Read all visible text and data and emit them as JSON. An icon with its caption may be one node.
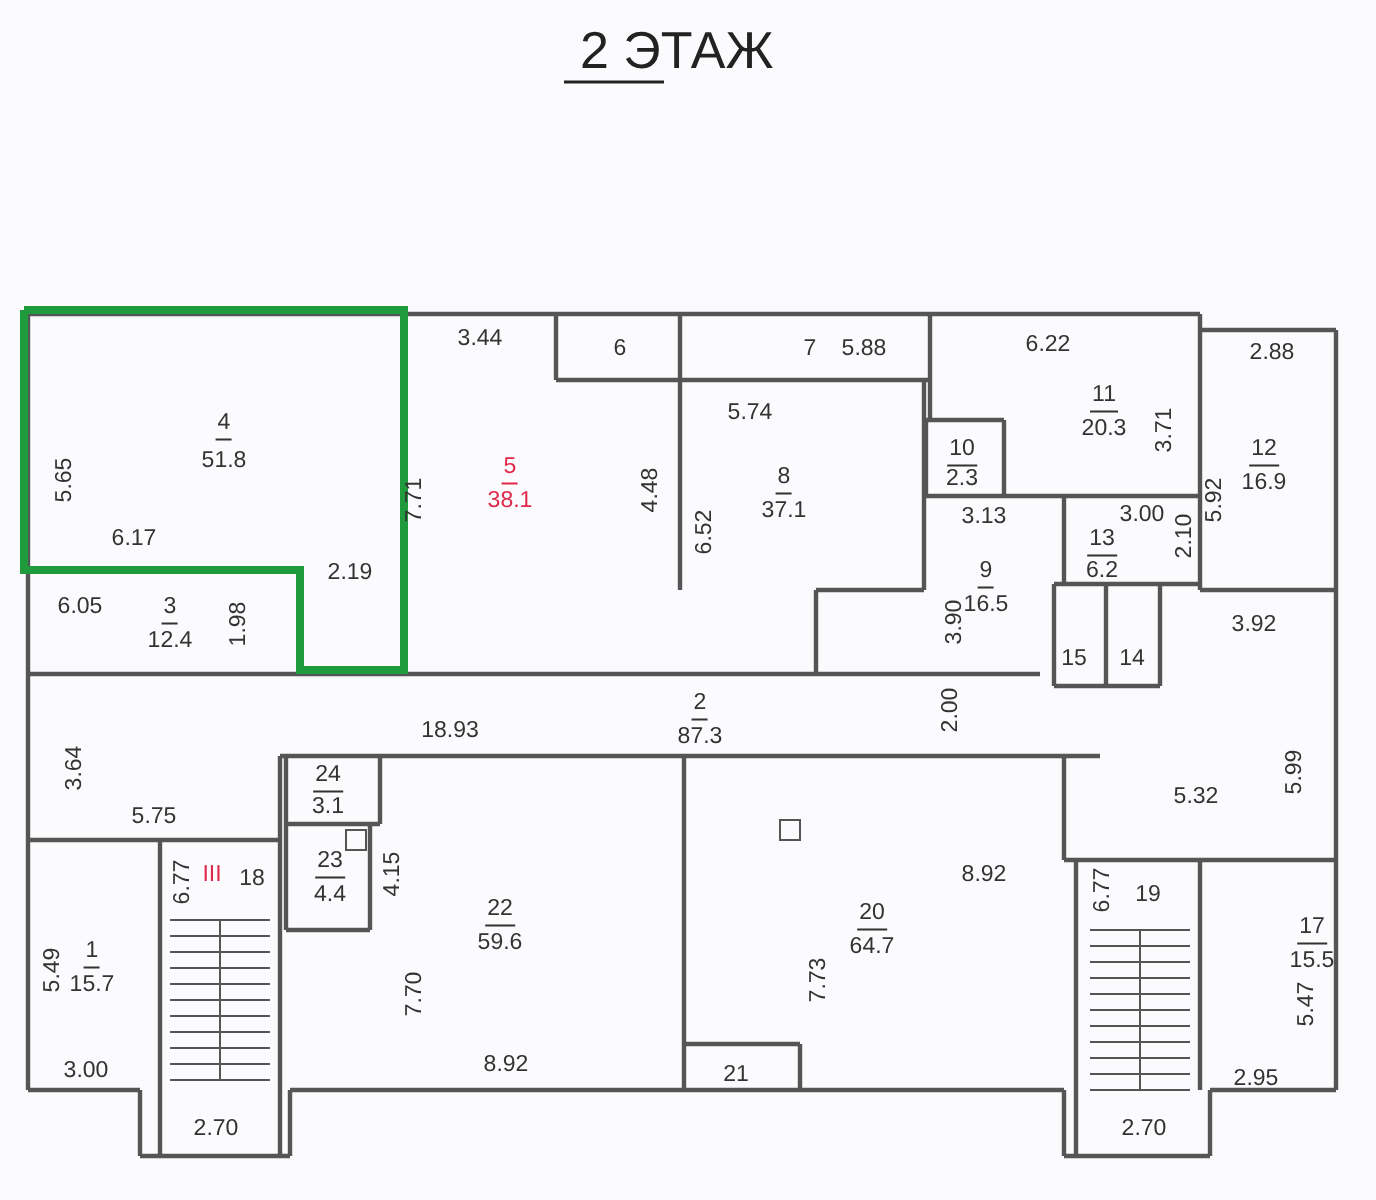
{
  "diagram": {
    "title": "2 ЭТАЖ",
    "labels": [
      "3.44",
      "6",
      "7",
      "5.88",
      "6.22",
      "2.88",
      "4",
      "51.8",
      "5.74",
      "11",
      "20.3",
      "3.71",
      "10",
      "2.3",
      "5.65",
      "12",
      "16.9",
      "7.71",
      "5",
      "38.1",
      "4.48",
      "8",
      "37.1",
      "5.92",
      "3.13",
      "3.00",
      "6.52",
      "2.10",
      "13",
      "6.2",
      "6.17",
      "2.19",
      "6.05",
      "3",
      "12.4",
      "1.98",
      "3.90",
      "9",
      "16.5",
      "3.92",
      "15",
      "14",
      "2",
      "87.3",
      "2.00",
      "18.93",
      "3.64",
      "5.99",
      "24",
      "3.1",
      "5.32",
      "5.75",
      "6.77",
      "III",
      "18",
      "23",
      "4.4",
      "4.15",
      "8.92",
      "6.77",
      "19",
      "22",
      "59.6",
      "20",
      "64.7",
      "17",
      "15.5",
      "1",
      "15.7",
      "5.49",
      "7.70",
      "7.73",
      "5.47",
      "3.00",
      "8.92",
      "21",
      "2.95",
      "2.70",
      "2.70"
    ]
  }
}
